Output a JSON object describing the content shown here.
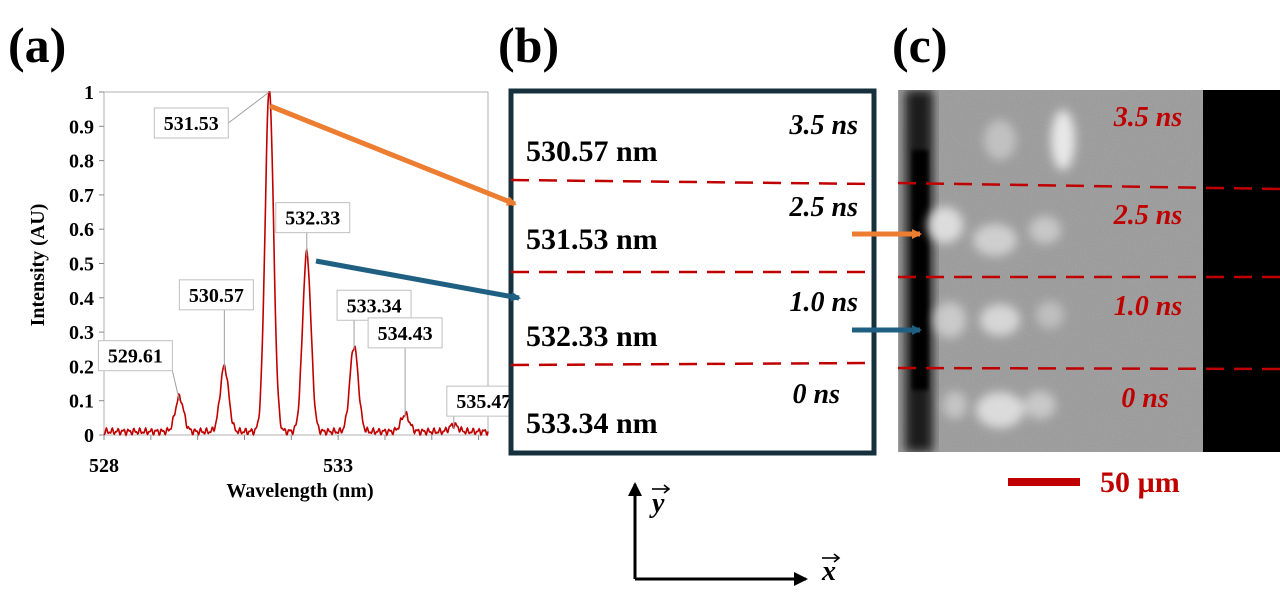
{
  "panels": {
    "a": {
      "label": "(a)"
    },
    "b": {
      "label": "(b)"
    },
    "c": {
      "label": "(c)"
    }
  },
  "chart_data": {
    "type": "line",
    "xlabel": "Wavelength (nm)",
    "ylabel": "Intensity (AU)",
    "xlim": [
      528,
      536.2
    ],
    "ylim": [
      0,
      1
    ],
    "x_ticks": [
      "528",
      "533"
    ],
    "y_ticks": [
      "0",
      "0.1",
      "0.2",
      "0.3",
      "0.4",
      "0.5",
      "0.6",
      "0.7",
      "0.8",
      "0.9",
      "1"
    ],
    "grid": false,
    "line_color": "#c00000",
    "peaks": [
      {
        "label": "529.61",
        "x": 529.61,
        "y": 0.1
      },
      {
        "label": "530.57",
        "x": 530.57,
        "y": 0.19
      },
      {
        "label": "531.53",
        "x": 531.53,
        "y": 1.0
      },
      {
        "label": "532.33",
        "x": 532.33,
        "y": 0.52
      },
      {
        "label": "533.34",
        "x": 533.34,
        "y": 0.25
      },
      {
        "label": "534.43",
        "x": 534.43,
        "y": 0.05
      },
      {
        "label": "535.47",
        "x": 535.47,
        "y": 0.02
      }
    ],
    "baseline": 0.01
  },
  "panel_b": {
    "rows": [
      {
        "wavelength": "530.57 nm",
        "time": "3.5 ns"
      },
      {
        "wavelength": "531.53 nm",
        "time": "2.5 ns"
      },
      {
        "wavelength": "532.33 nm",
        "time": "1.0 ns"
      },
      {
        "wavelength": "533.34 nm",
        "time": "0 ns"
      }
    ],
    "border_color": "#17303d",
    "divider_color": "#c00000"
  },
  "axes_indicator": {
    "y_label": "y",
    "x_label": "x"
  },
  "panel_c": {
    "times": [
      "3.5 ns",
      "2.5 ns",
      "1.0 ns",
      "0 ns"
    ],
    "scale_bar_label": "50 µm",
    "scale_color": "#c00000"
  },
  "arrows": {
    "orange": "#ed7d31",
    "blue": "#1f6082"
  }
}
